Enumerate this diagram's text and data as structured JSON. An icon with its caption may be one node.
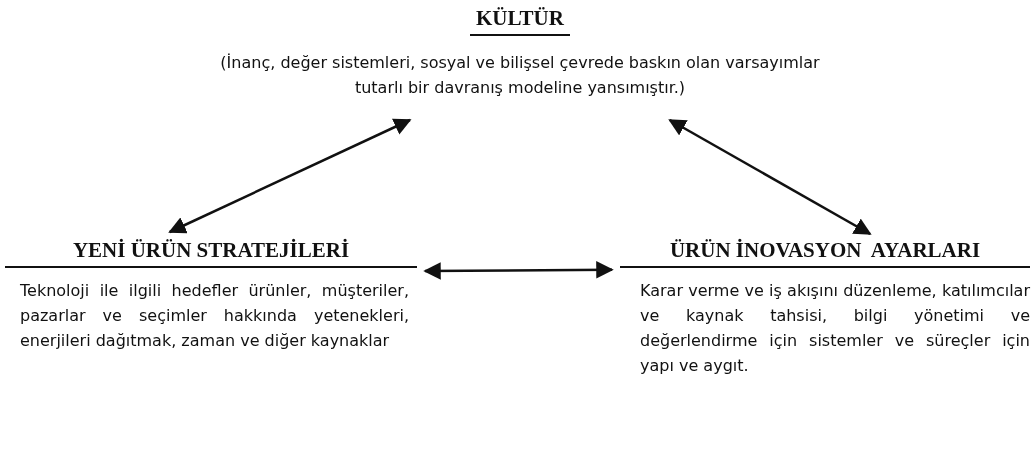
{
  "diagram": {
    "nodes": [
      {
        "text": [
          "KÜLTÜR",
          "(İnanç, değer sistemleri, sosyal ve bilişsel çevrede baskın olan varsayımlar tutarlı bir davranış modeline yansımıştır.)"
        ]
      },
      {
        "text": [
          "YENİ ÜRÜN STRATEJİLERİ",
          "Teknoloji ile ilgili hedefler ürünler, müşteriler, pazarlar ve seçimler hakkında yetenekleri, enerjileri dağıtmak, zaman ve diğer kaynaklar"
        ]
      },
      {
        "text": [
          "ÜRÜN İNOVASYON  AYARLARI",
          "Karar verme ve iş akışını düzenleme, katılımcılar ve kaynak tahsisi, bilgi yönetimi ve değerlendirme için sistemler ve süreçler için yapı ve aygıt."
        ]
      }
    ],
    "edges": [
      {
        "from": 0,
        "to": 1,
        "arrow": "both"
      },
      {
        "from": 0,
        "to": 2,
        "arrow": "both"
      },
      {
        "from": 1,
        "to": 2,
        "arrow": "both"
      }
    ]
  }
}
